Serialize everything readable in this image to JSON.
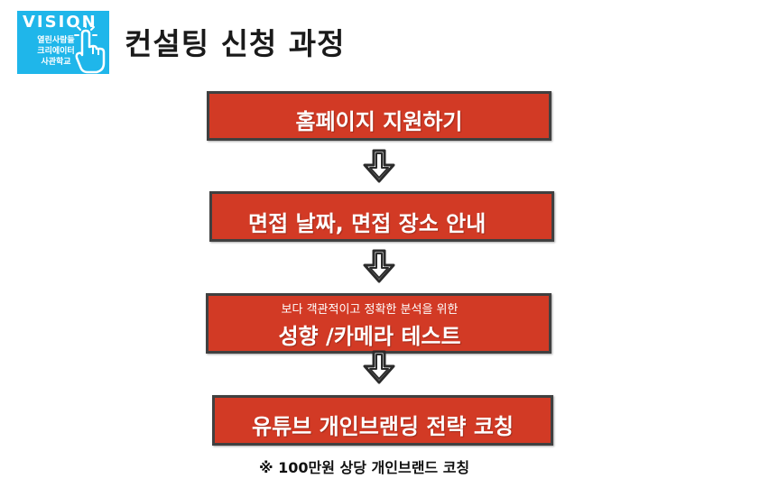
{
  "logo": {
    "word": "VISION",
    "subtitle_lines": [
      "열린사람들",
      "크리에이터",
      "사관학교"
    ]
  },
  "page_title": "컨설팅 신청 과정",
  "steps": [
    {
      "label": "홈페이지 지원하기"
    },
    {
      "label": "면접 날짜, 면접 장소 안내"
    },
    {
      "sub_label": "보다 객관적이고 정확한 분석을 위한",
      "label": "성향 /카메라 테스트"
    },
    {
      "label": "유튜브 개인브랜딩 전략 코칭"
    }
  ],
  "footnote": "※ 100만원 상당 개인브랜드 코칭",
  "colors": {
    "step_fill": "#d23a25",
    "step_border": "#404040",
    "logo_bg": "#1fb6ea",
    "arrow": "#2b2b2b"
  },
  "icons": {
    "logo": "hand-pointer-icon",
    "connector": "down-arrow-icon"
  }
}
